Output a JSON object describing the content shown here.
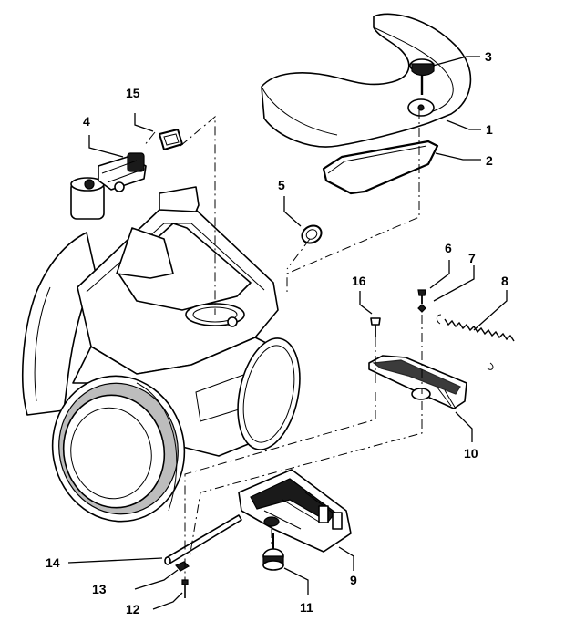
{
  "callouts": [
    {
      "id": "c1",
      "number": "1"
    },
    {
      "id": "c2",
      "number": "2"
    },
    {
      "id": "c3",
      "number": "3"
    },
    {
      "id": "c4",
      "number": "4"
    },
    {
      "id": "c5",
      "number": "5"
    },
    {
      "id": "c6",
      "number": "6"
    },
    {
      "id": "c7",
      "number": "7"
    },
    {
      "id": "c8",
      "number": "8"
    },
    {
      "id": "c9",
      "number": "9"
    },
    {
      "id": "c10",
      "number": "10"
    },
    {
      "id": "c11",
      "number": "11"
    },
    {
      "id": "c12",
      "number": "12"
    },
    {
      "id": "c13",
      "number": "13"
    },
    {
      "id": "c14",
      "number": "14"
    },
    {
      "id": "c15",
      "number": "15"
    },
    {
      "id": "c16",
      "number": "16"
    }
  ]
}
